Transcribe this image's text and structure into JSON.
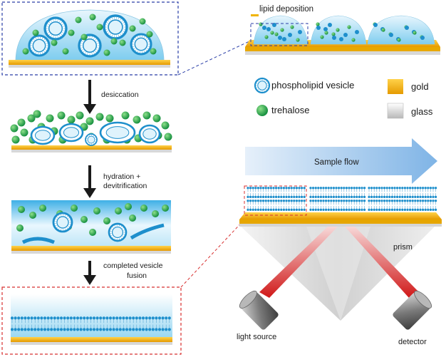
{
  "labels": {
    "lipid_deposition": "lipid deposition",
    "desiccation": "desiccation",
    "hydration_line1": "hydration +",
    "hydration_line2": "devitrification",
    "fusion_line1": "completed vesicle",
    "fusion_line2": "fusion",
    "sample_flow": "Sample flow",
    "prism": "prism",
    "light_source": "light source",
    "detector": "detector"
  },
  "legend": {
    "phospholipid_vesicle": "phospholipid vesicle",
    "trehalose": "trehalose",
    "gold": "gold",
    "glass": "glass"
  },
  "colors": {
    "gold": "#f0b400",
    "trehalose": "#1fa24a",
    "vesicle_blue": "#1e8fcc",
    "water_blue": "#bfe6f7",
    "box_blue_dashed": "#2b3fa8",
    "box_red_dashed": "#d83030",
    "laser_red": "#e02020",
    "flow_arrow": "#9fc8ec"
  }
}
